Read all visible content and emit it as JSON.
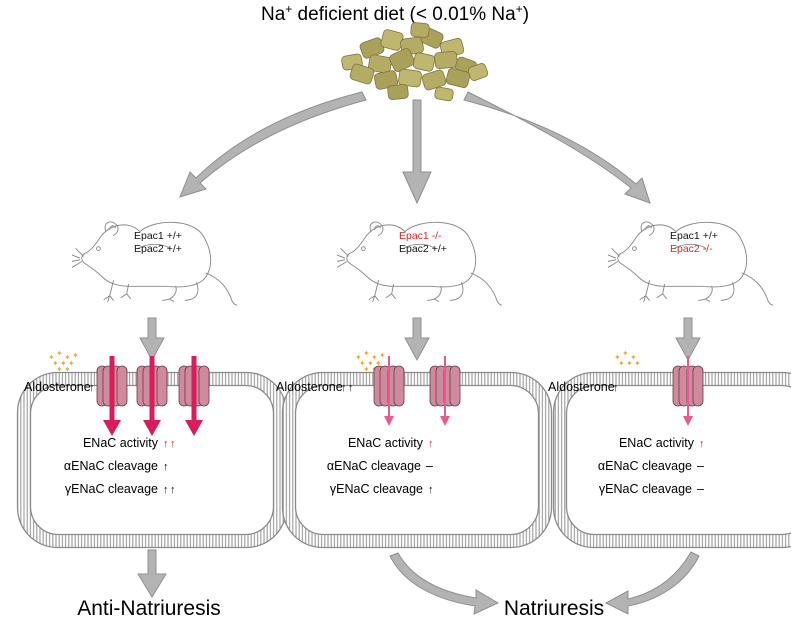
{
  "title": {
    "prefix": "Na",
    "sup1": "+",
    "middle": " deficient diet (< 0.01% Na",
    "sup2": "+",
    "suffix": ")"
  },
  "colors": {
    "arrow_gray": "#b3b3b3",
    "arrow_gray_stroke": "#8f8f8f",
    "channel_fill": "#cf8b9d",
    "channel_stroke": "#6a3848",
    "strong_arrow": "#d81c5c",
    "weak_arrow": "#e65c90",
    "knockout_red": "#d42a2a",
    "aldosterone_dot": "#f0a830",
    "membrane_gray": "#9a9a9a",
    "pellet": "#b4ac64"
  },
  "panels": [
    {
      "genotype": [
        {
          "label": "Epac1 +/+",
          "knockout": false
        },
        {
          "label": "Epac2 +/+",
          "knockout": false
        }
      ],
      "aldosterone": {
        "label": "Aldosterone",
        "arrows": 2
      },
      "channels": 3,
      "flux": "strong",
      "lines": [
        {
          "label": "ENaC activity",
          "arrows": 2,
          "arrow_color": "red",
          "dash": false
        },
        {
          "label": "αENaC cleavage",
          "arrows": 1,
          "arrow_color": "black",
          "dash": false
        },
        {
          "label": "γENaC cleavage",
          "arrows": 2,
          "arrow_color": "black",
          "dash": false
        }
      ]
    },
    {
      "genotype": [
        {
          "label": "Epac1 -/-",
          "knockout": true
        },
        {
          "label": "Epac2 +/+",
          "knockout": false
        }
      ],
      "aldosterone": {
        "label": "Aldosterone",
        "arrows": 2
      },
      "channels": 2,
      "flux": "weak",
      "lines": [
        {
          "label": "ENaC activity",
          "arrows": 1,
          "arrow_color": "red",
          "dash": false
        },
        {
          "label": "αENaC cleavage",
          "arrows": 0,
          "arrow_color": "black",
          "dash": true
        },
        {
          "label": "γENaC cleavage",
          "arrows": 1,
          "arrow_color": "black",
          "dash": false
        }
      ]
    },
    {
      "genotype": [
        {
          "label": "Epac1 +/+",
          "knockout": false
        },
        {
          "label": "Epac2 -/-",
          "knockout": true
        }
      ],
      "aldosterone": {
        "label": "Aldosterone",
        "arrows": 1
      },
      "channels": 1,
      "flux": "weak",
      "lines": [
        {
          "label": "ENaC activity",
          "arrows": 1,
          "arrow_color": "red",
          "dash": false
        },
        {
          "label": "αENaC cleavage",
          "arrows": 0,
          "arrow_color": "black",
          "dash": true
        },
        {
          "label": "γENaC cleavage",
          "arrows": 0,
          "arrow_color": "black",
          "dash": true
        }
      ]
    }
  ],
  "dash_symbol": "–",
  "outcomes": {
    "anti": "Anti-Natriuresis",
    "natri": "Natriuresis"
  }
}
